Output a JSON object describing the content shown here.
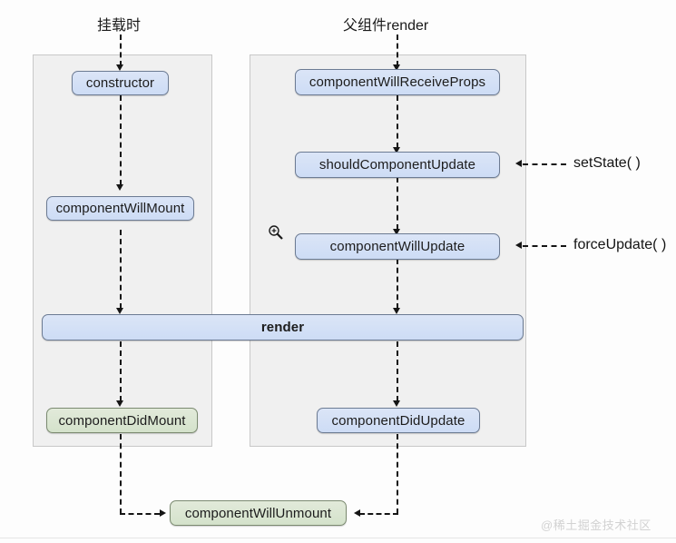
{
  "diagram": {
    "title_mount": "挂载时",
    "title_update": "父组件render",
    "watermark": "@稀土掘金技术社区",
    "colors": {
      "node_blue_fill": "#d3dff5",
      "node_blue_border": "#6c7b93",
      "node_green_fill": "#dae3d1",
      "node_green_border": "#7b8a70",
      "panel_fill": "#f0f0f0",
      "panel_border": "#c8c8c8",
      "connector": "#151515",
      "watermark": "#d2d2d2"
    },
    "mount_column": {
      "label": "挂载时",
      "nodes": [
        {
          "label": "constructor",
          "color": "blue"
        },
        {
          "label": "componentWillMount",
          "color": "blue"
        },
        {
          "label": "componentDidMount",
          "color": "green"
        }
      ]
    },
    "update_column": {
      "label": "父组件render",
      "nodes": [
        {
          "label": "componentWillReceiveProps",
          "color": "blue"
        },
        {
          "label": "shouldComponentUpdate",
          "color": "blue"
        },
        {
          "label": "componentWillUpdate",
          "color": "blue"
        },
        {
          "label": "componentDidUpdate",
          "color": "blue"
        }
      ]
    },
    "shared_render": {
      "label": "render",
      "color": "blue"
    },
    "unmount": {
      "label": "componentWillUnmount",
      "color": "green"
    },
    "triggers": [
      {
        "label": "setState( )",
        "target": "shouldComponentUpdate"
      },
      {
        "label": "forceUpdate( )",
        "target": "componentWillUpdate"
      }
    ]
  }
}
